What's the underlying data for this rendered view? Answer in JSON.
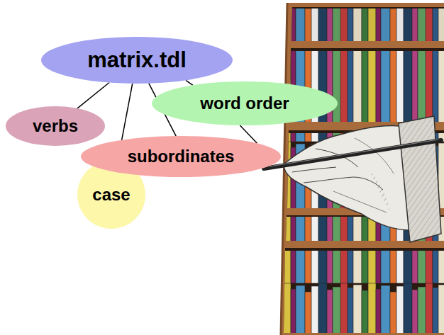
{
  "diagram": {
    "nodes": [
      {
        "text": [
          "matrix.tdl"
        ]
      },
      {
        "text": [
          "word order"
        ]
      },
      {
        "text": [
          "verbs"
        ]
      },
      {
        "text": [
          "subordinates"
        ]
      },
      {
        "text": [
          "case"
        ]
      }
    ],
    "edges": [
      {
        "from": 0,
        "to": 2,
        "arrow": "none"
      },
      {
        "from": 0,
        "to": 4,
        "arrow": "none"
      },
      {
        "from": 0,
        "to": 3,
        "arrow": "none"
      },
      {
        "from": 0,
        "to": 1,
        "arrow": "none"
      },
      {
        "from": 1,
        "to": 3,
        "arrow": "none"
      }
    ]
  }
}
